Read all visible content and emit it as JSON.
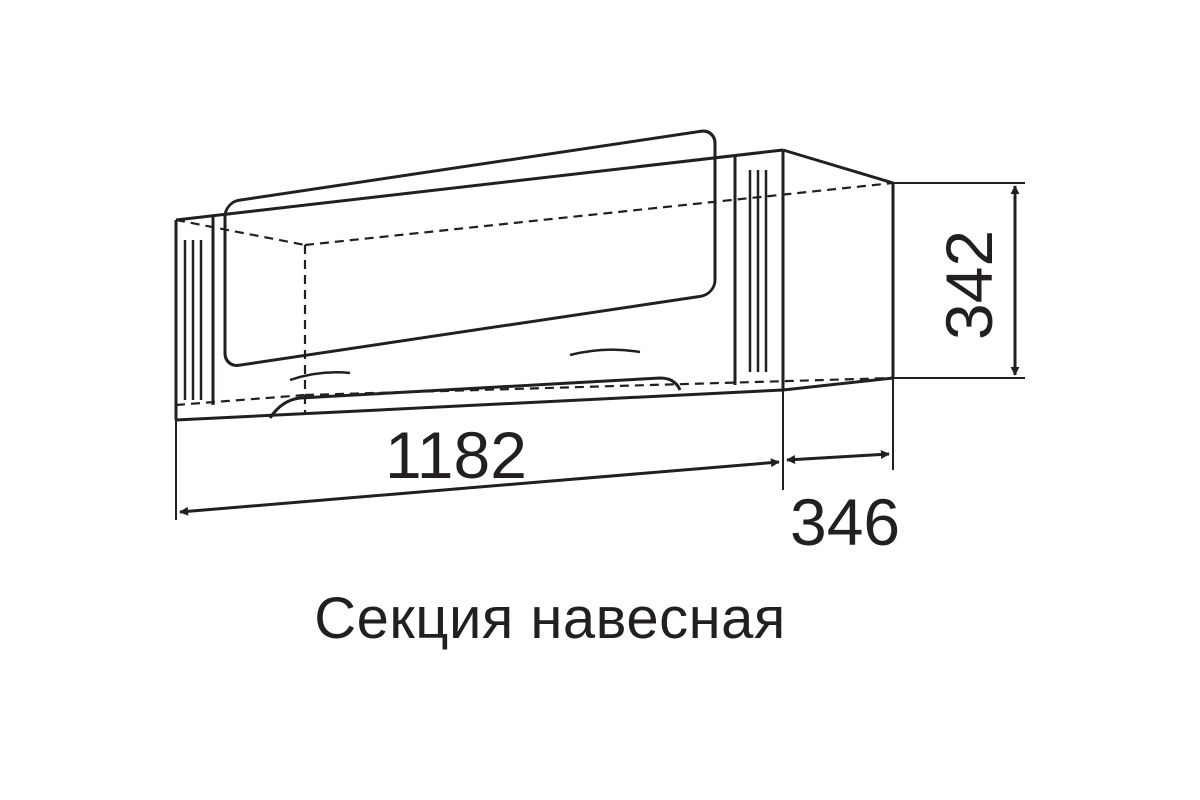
{
  "dimensions": {
    "width": "1182",
    "depth": "346",
    "height": "342"
  },
  "caption": "Секция навесная",
  "colors": {
    "line": "#231f20",
    "background": "#ffffff"
  }
}
